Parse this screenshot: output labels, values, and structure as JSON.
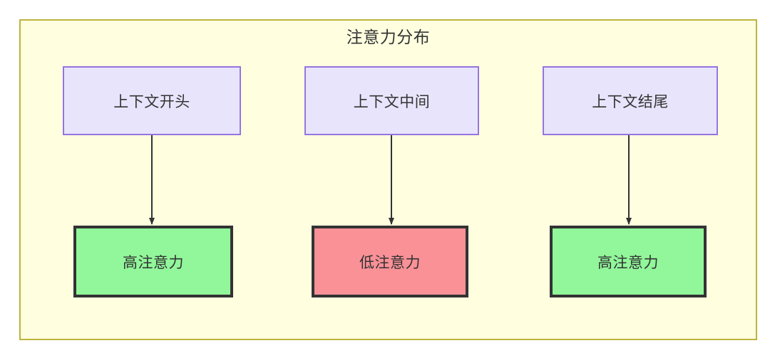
{
  "diagram": {
    "title": "注意力分布",
    "type": "flowchart",
    "container": {
      "fill_color": "#ffffe0",
      "border_color": "#bdb43c"
    },
    "columns": [
      {
        "source": {
          "label": "上下文开头",
          "fill_color": "#e8e4fb",
          "border_color": "#9575e0"
        },
        "result": {
          "label": "高注意力",
          "fill_color": "#91f79a",
          "border_color": "#333333"
        },
        "edge": {
          "style": "solid-arrow",
          "color": "#333333"
        }
      },
      {
        "source": {
          "label": "上下文中间",
          "fill_color": "#e8e4fb",
          "border_color": "#9575e0"
        },
        "result": {
          "label": "低注意力",
          "fill_color": "#fa9197",
          "border_color": "#333333"
        },
        "edge": {
          "style": "solid-arrow",
          "color": "#333333"
        }
      },
      {
        "source": {
          "label": "上下文结尾",
          "fill_color": "#e8e4fb",
          "border_color": "#9575e0"
        },
        "result": {
          "label": "高注意力",
          "fill_color": "#91f79a",
          "border_color": "#333333"
        },
        "edge": {
          "style": "solid-arrow",
          "color": "#333333"
        }
      }
    ]
  }
}
